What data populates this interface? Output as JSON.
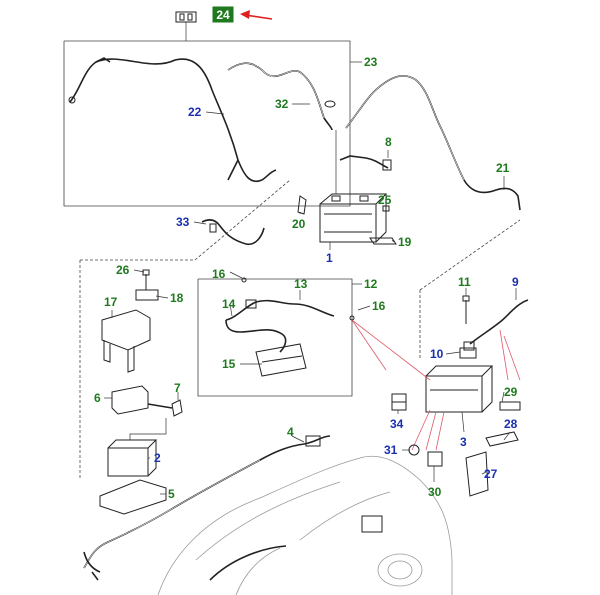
{
  "diagram": {
    "callouts": [
      {
        "id": "c24",
        "text": "24",
        "color": "green",
        "boxed": true
      },
      {
        "id": "c23",
        "text": "23",
        "color": "green"
      },
      {
        "id": "c22",
        "text": "22",
        "color": "blue"
      },
      {
        "id": "c32",
        "text": "32",
        "color": "green"
      },
      {
        "id": "c8",
        "text": "8",
        "color": "green"
      },
      {
        "id": "c21",
        "text": "21",
        "color": "green"
      },
      {
        "id": "c25",
        "text": "25",
        "color": "green"
      },
      {
        "id": "c20",
        "text": "20",
        "color": "green"
      },
      {
        "id": "c19",
        "text": "19",
        "color": "green"
      },
      {
        "id": "c33",
        "text": "33",
        "color": "blue"
      },
      {
        "id": "c1",
        "text": "1",
        "color": "blue"
      },
      {
        "id": "c26",
        "text": "26",
        "color": "green"
      },
      {
        "id": "c16a",
        "text": "16",
        "color": "green"
      },
      {
        "id": "c13",
        "text": "13",
        "color": "green"
      },
      {
        "id": "c12",
        "text": "12",
        "color": "green"
      },
      {
        "id": "c17",
        "text": "17",
        "color": "green"
      },
      {
        "id": "c18",
        "text": "18",
        "color": "green"
      },
      {
        "id": "c14",
        "text": "14",
        "color": "green"
      },
      {
        "id": "c16b",
        "text": "16",
        "color": "green"
      },
      {
        "id": "c11",
        "text": "11",
        "color": "green"
      },
      {
        "id": "c9",
        "text": "9",
        "color": "blue"
      },
      {
        "id": "c15",
        "text": "15",
        "color": "green"
      },
      {
        "id": "c10",
        "text": "10",
        "color": "blue"
      },
      {
        "id": "c6",
        "text": "6",
        "color": "green"
      },
      {
        "id": "c7",
        "text": "7",
        "color": "green"
      },
      {
        "id": "c29",
        "text": "29",
        "color": "green"
      },
      {
        "id": "c34",
        "text": "34",
        "color": "blue"
      },
      {
        "id": "c4",
        "text": "4",
        "color": "green"
      },
      {
        "id": "c28",
        "text": "28",
        "color": "blue"
      },
      {
        "id": "c3",
        "text": "3",
        "color": "blue"
      },
      {
        "id": "c2",
        "text": "2",
        "color": "blue"
      },
      {
        "id": "c31",
        "text": "31",
        "color": "blue"
      },
      {
        "id": "c27",
        "text": "27",
        "color": "blue"
      },
      {
        "id": "c5",
        "text": "5",
        "color": "green"
      },
      {
        "id": "c30",
        "text": "30",
        "color": "green"
      }
    ],
    "colors": {
      "green": "#1f7a1f",
      "blue": "#1a2fb0",
      "arrow": "#e02020",
      "pink_leader": "#e05a6a"
    }
  }
}
